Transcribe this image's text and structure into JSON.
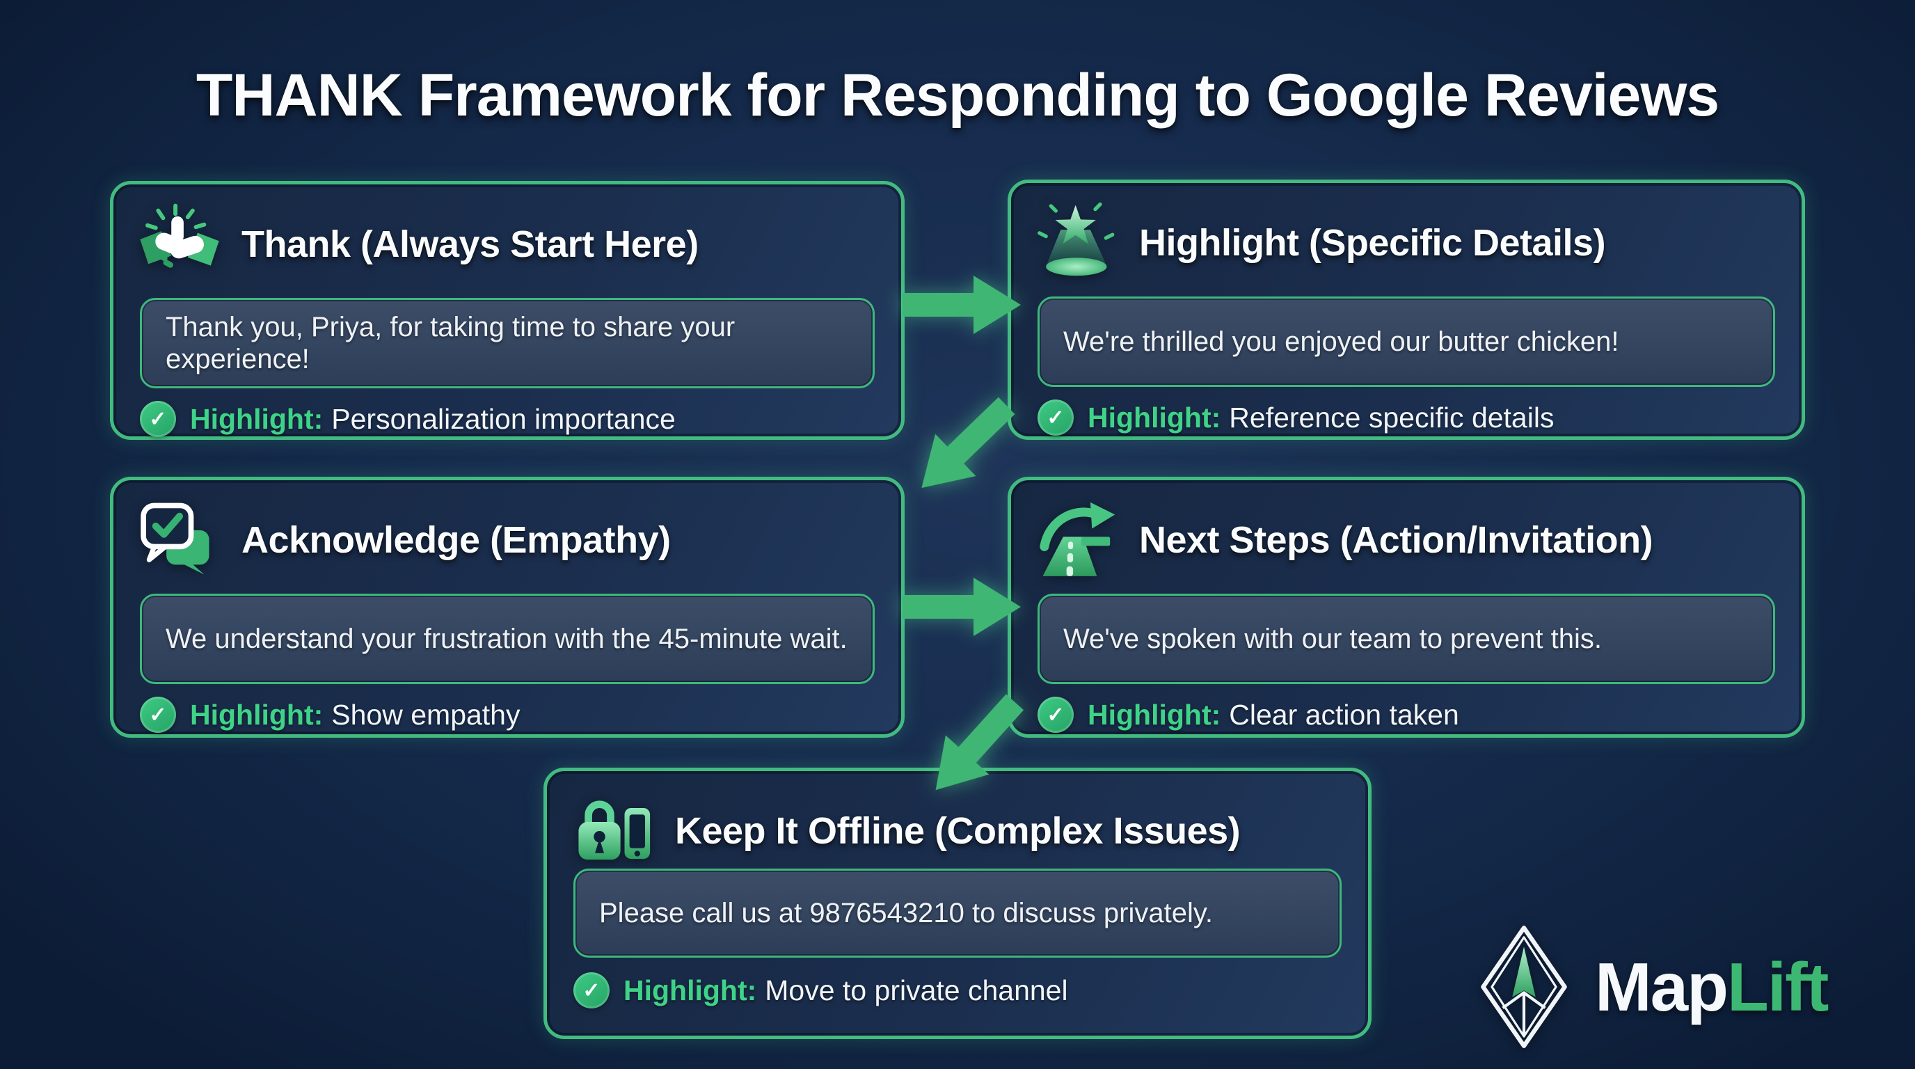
{
  "title": "THANK Framework for Responding to Google Reviews",
  "colors": {
    "background": "#14294a",
    "accent_green": "#3fbf7d",
    "card_background": "#1b2e4e",
    "card_border": "#43bb80",
    "message_box_background": "#33445e",
    "highlight_green": "#3fd387",
    "text_white": "#f2f5f8"
  },
  "icons": {
    "check": "✓"
  },
  "cards": [
    {
      "icon": "handshake-icon",
      "title": "Thank (Always Start Here)",
      "message": "Thank you, Priya, for taking time to share your experience!",
      "highlight_label": "Highlight:",
      "highlight_text": "Personalization importance"
    },
    {
      "icon": "star-spotlight-icon",
      "title": "Highlight (Specific Details)",
      "message": "We're thrilled you enjoyed our butter chicken!",
      "highlight_label": "Highlight:",
      "highlight_text": "Reference specific details"
    },
    {
      "icon": "chat-check-icon",
      "title": "Acknowledge (Empathy)",
      "message": "We understand your frustration with the 45-minute wait.",
      "highlight_label": "Highlight:",
      "highlight_text": "Show empathy"
    },
    {
      "icon": "road-arrow-icon",
      "title": "Next Steps (Action/Invitation)",
      "message": "We've spoken with our team to prevent this.",
      "highlight_label": "Highlight:",
      "highlight_text": "Clear action taken"
    },
    {
      "icon": "lock-phone-icon",
      "title": "Keep It Offline (Complex Issues)",
      "message": "Please call us at 9876543210 to discuss privately.",
      "highlight_label": "Highlight:",
      "highlight_text": "Move to private channel"
    }
  ],
  "logo": {
    "name": "MapLift",
    "text_primary": "Map",
    "text_secondary": "Lift"
  }
}
